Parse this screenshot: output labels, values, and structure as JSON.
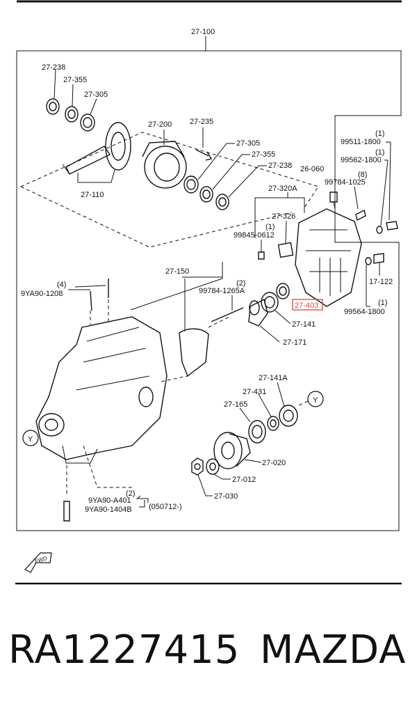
{
  "labels": {
    "l_27100": "27-100",
    "l_27238a": "27-238",
    "l_27355a": "27-355",
    "l_27305a": "27-305",
    "l_27200": "27-200",
    "l_27235": "27-235",
    "l_27305b": "27-305",
    "l_27355b": "27-355",
    "l_27238b": "27-238",
    "l_27110": "27-110",
    "l_26060": "26-060",
    "l_99511_q": "(1)",
    "l_99511": "99511-1800",
    "l_99562_q": "(1)",
    "l_99562": "99562-1800",
    "l_99784_q": "(8)",
    "l_99784": "99784-1025",
    "l_27320A": "27-320A",
    "l_27326": "27-326",
    "l_99845_q": "(1)",
    "l_99845": "99845-0612",
    "l_27150": "27-150",
    "l_99784b_q": "(2)",
    "l_99784b": "99784-1265A",
    "l_9ya1208_q": "(4)",
    "l_9ya1208": "9YA90-1208",
    "l_27403": "27-403",
    "l_27141": "27-141",
    "l_27171": "27-171",
    "l_27122": "17-122",
    "l_99564_q": "(1)",
    "l_99564": "99564-1800",
    "l_27141A": "27-141A",
    "l_27431": "27-431",
    "l_27165": "27-165",
    "l_Y1": "Y",
    "l_Y2": "Y",
    "l_27020": "27-020",
    "l_27012": "27-012",
    "l_27030": "27-030",
    "l_9ya401_q": "(2)",
    "l_9ya401": "9YA90-A401",
    "l_9ya1404": "9YA90-1404B",
    "l_date": "(050712-)",
    "l_fwd": "FWD"
  },
  "footer": {
    "part_number": "RA1227415",
    "brand": "MAZDA"
  },
  "highlight_color": "#e0413a"
}
